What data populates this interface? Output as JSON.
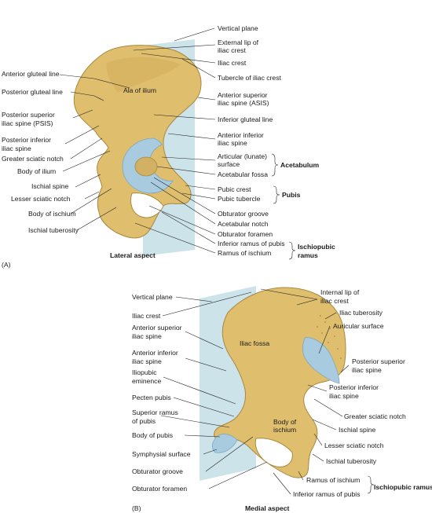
{
  "panel_a": {
    "letter": "(A)",
    "caption": "Lateral aspect",
    "bone_labels": [
      "Ala of ilium"
    ],
    "labels_left": [
      "Anterior gluteal line",
      "Posterior gluteal line",
      "Posterior superior",
      "iliac spine (PSIS)",
      "Posterior inferior",
      "iliac spine",
      "Greater sciatic notch",
      "Body of ilium",
      "Ischial spine",
      "Lesser sciatic notch",
      "Body of ischium",
      "Ischial tuberosity"
    ],
    "labels_right": [
      "Vertical plane",
      "External lip of",
      "iliac crest",
      "Iliac crest",
      "Tubercle of iliac crest",
      "Anterior superior",
      "iliac spine (ASIS)",
      "Inferior gluteal line",
      "Anterior inferior",
      "iliac spine",
      "Articular (lunate)",
      "surface",
      "Acetabular fossa",
      "Pubic crest",
      "Pubic tubercle",
      "Obturator groove",
      "Acetabular notch",
      "Obturator foramen",
      "Inferior ramus of pubis",
      "Ramus of ischium"
    ],
    "groups": [
      "Acetabulum",
      "Pubis",
      "Ischiopubic",
      "ramus"
    ]
  },
  "panel_b": {
    "letter": "(B)",
    "caption": "Medial aspect",
    "bone_labels": [
      "Iliac fossa",
      "Body of",
      "ischium"
    ],
    "labels_left": [
      "Vertical plane",
      "Iliac crest",
      "Anterior superior",
      "iliac spine",
      "Anterior inferior",
      "iliac spine",
      "Iliopubic",
      "eminence",
      "Pecten pubis",
      "Superior ramus",
      "of pubis",
      "Body of pubis",
      "Symphysial surface",
      "Obturator groove",
      "Obturator foramen"
    ],
    "labels_right": [
      "Internal lip of",
      "iliac crest",
      "Iliac tuberosity",
      "Auricular surface",
      "Posterior superior",
      "iliac spine",
      "Posterior inferior",
      "iliac spine",
      "Greater sciatic notch",
      "Ischial spine",
      "Lesser sciatic notch",
      "Ischial tuberosity",
      "Ramus of ischium",
      "Inferior ramus of pubis"
    ],
    "groups": [
      "Ischiopubic ramus"
    ]
  },
  "colors": {
    "bone": "#dfbf6e",
    "bone_outline": "#a8883e",
    "cartilage": "#a9cbe0",
    "vertical_plane": "#bcd9e3"
  }
}
